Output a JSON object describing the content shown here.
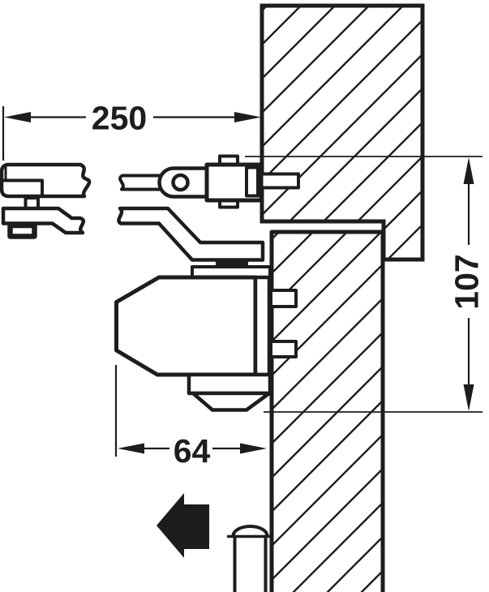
{
  "diagram": {
    "type": "technical-drawing",
    "dimensions": {
      "top_width": {
        "label": "250"
      },
      "right_height": {
        "label": "107"
      },
      "bottom_width": {
        "label": "64"
      }
    },
    "direction_arrow": "left",
    "colors": {
      "ink": "#1d1d1b",
      "background": "#ffffff"
    }
  }
}
